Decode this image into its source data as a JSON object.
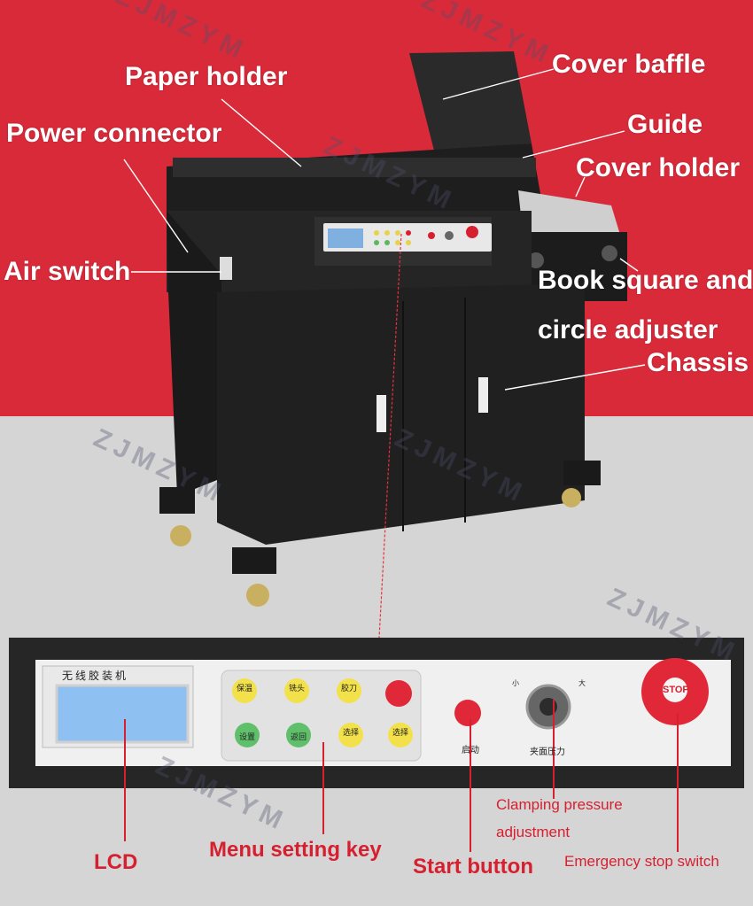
{
  "labels": {
    "paper_holder": "Paper holder",
    "cover_baffle": "Cover baffle",
    "power_connector": "Power connector",
    "guide": "Guide",
    "cover_holder": "Cover holder",
    "air_switch": "Air switch",
    "book_square_1": "Book square and",
    "book_square_2": "circle adjuster",
    "chassis": "Chassis",
    "lcd": "LCD",
    "menu_key": "Menu setting key",
    "start_button": "Start button",
    "clamping_1": "Clamping pressure",
    "clamping_2": "adjustment",
    "emergency": "Emergency stop switch"
  },
  "panel": {
    "title_cn": "无线胶装机",
    "keys": [
      "保温",
      "铣头",
      "胶刀",
      "",
      "设置",
      "返回",
      "选择",
      "选择"
    ],
    "start_cn": "启动",
    "pressure_cn": "夹面压力",
    "dial_small": "小",
    "dial_large": "大",
    "stop": "STOP"
  },
  "watermark": "ZJMZYM",
  "colors": {
    "red_bg": "#d92a3a",
    "grey_bg": "#d5d5d5",
    "label_red": "#d62030"
  }
}
